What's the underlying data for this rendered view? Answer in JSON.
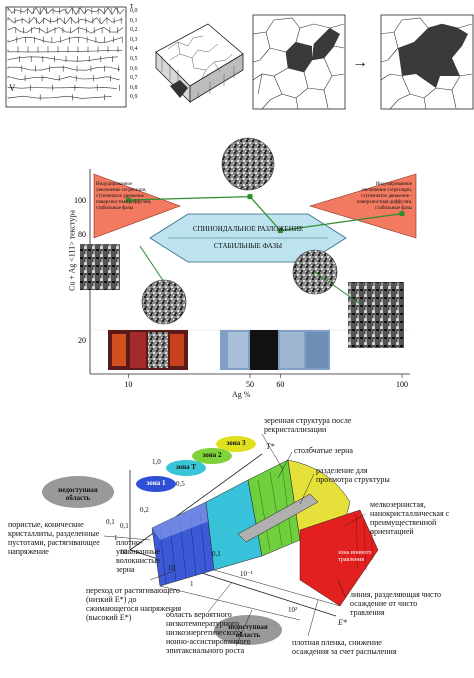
{
  "top": {
    "tau_label": "τ",
    "tau_ticks": [
      "0,0",
      "0,1",
      "0,2",
      "0,3",
      "0,4",
      "0,5",
      "0,6",
      "0,7",
      "0,8",
      "0,9"
    ],
    "row_marker": "V",
    "arrow": "→"
  },
  "middle": {
    "ylabel": "Cu + Ag <111> текстура",
    "yticks": [
      "100",
      "80",
      "20"
    ],
    "xlabel": "Ag %",
    "xticks": [
      "10",
      "50",
      "60",
      "100"
    ],
    "left_triangle_text": "Индуцированное увеличение сегрегации, ступенчатое движение - поверхностная диффузия, стабильные фазы",
    "right_triangle_text": "Индуцированное увеличение сегрегации, ступенчатое движение - поверхностная диффузия, стабильные фазы",
    "hexagon_top": "СПИНОИДАЛЬНОЕ РАЗЛОЖЕНИЕ",
    "hexagon_bottom": "СТАБИЛЬНЫЕ ФАЗЫ",
    "series_points": [
      {
        "x": 10,
        "y": 100
      },
      {
        "x": 50,
        "y": 102
      },
      {
        "x": 60,
        "y": 82
      },
      {
        "x": 100,
        "y": 92
      }
    ],
    "colors": {
      "triangle": "#f27a60",
      "hexagon": "#bde3ef",
      "line": "#2e8b2e"
    }
  },
  "bottom": {
    "zones": [
      {
        "label": "зона 3",
        "color": "#e0e020"
      },
      {
        "label": "зона 2",
        "color": "#7fd33a"
      },
      {
        "label": "зона T",
        "color": "#39c5d8"
      },
      {
        "label": "зона 1",
        "color": "#2f4fd6"
      }
    ],
    "inaccessible_top": "недоступная область",
    "inaccessible_bottom": "недоступная область",
    "t_star": "T*",
    "e_star": "E*",
    "t_ticks": [
      "1,0",
      "0,5",
      "0,2",
      "0,1"
    ],
    "e_ticks": [
      "10",
      "1",
      "10⁻¹",
      "10²",
      "0,1"
    ],
    "axis_left_ticks": [
      "0,1",
      "1",
      "10"
    ],
    "annotations": {
      "recrystallized": "зеренная структура после рекристаллизации",
      "columnar": "столбчатые зерна",
      "section": "разделение для просмотра структуры",
      "fine_grain": "мелкозернистая, нанокристаллическая с преимущественной ориентацией",
      "ion_etch_zone": "зона ионного травления",
      "etch_line": "линия, разделяющая чисто осаждение от чисто травления",
      "dense_film": "плотная пленка, снижение осаждения за счет распыления",
      "epitaxial": "область вероятного низкотемпературного низкоэнергетического ионно-ассистированного эпитаксиального роста",
      "transition": "переход от растягивающего (низкий E*) до сжимающегося напряжения (высокий E*)",
      "packed_fibers": "плотно-упакованные волокнистые зерна",
      "porous": "пористые, конические кристаллиты, разделенные пустотами, растягивающее напряжение"
    }
  }
}
